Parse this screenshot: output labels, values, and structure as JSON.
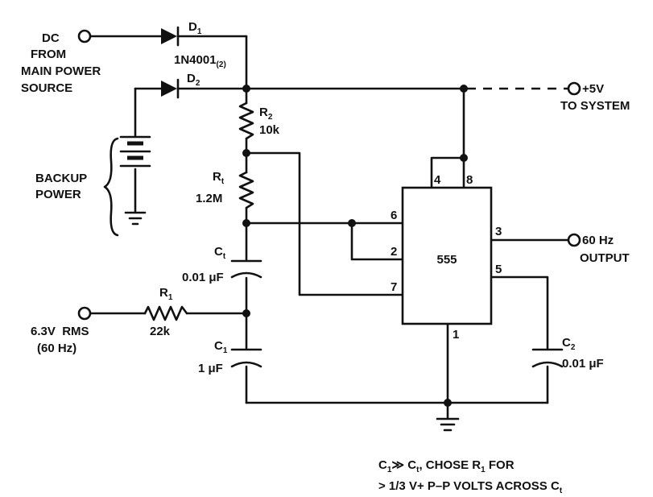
{
  "labels": {
    "dc_source": [
      "DC",
      "FROM",
      "MAIN POWER",
      "SOURCE"
    ],
    "d1": "D",
    "d1_sub": "1",
    "d2": "D",
    "d2_sub": "2",
    "diode_part": "1N4001",
    "diode_part_sub": "(2)",
    "r2": "R",
    "r2_sub": "2",
    "r2_value": "10k",
    "r1_upper": "R",
    "r1_upper_sub": "t",
    "r1_upper_value": "1.2M",
    "ct": "C",
    "ct_sub": "t",
    "ct_value": "0.01 μF",
    "r1_input": "R",
    "r1_input_sub": "1",
    "r1_input_value": "22k",
    "c1": "C",
    "c1_sub": "1",
    "c1_value": "1 μF",
    "c2": "C",
    "c2_sub": "2",
    "c2_value": "0.01 μF",
    "backup": [
      "BACKUP",
      "POWER"
    ],
    "vcc_out": "+5V",
    "vcc_out2": "TO SYSTEM",
    "freq_out": "60 Hz",
    "freq_out2": "OUTPUT",
    "ac_in": "6.3V  RMS",
    "ac_in2": "(60 Hz)",
    "ic_name": "555",
    "pins": {
      "p4": "4",
      "p8": "8",
      "p6": "6",
      "p2": "2",
      "p7": "7",
      "p3": "3",
      "p5": "5",
      "p1": "1"
    },
    "note_line1_a": "C",
    "note_line1_a_sub": "1",
    "note_line1_b": "≫ C",
    "note_line1_b_sub": "t",
    "note_line1_c": ", CHOSE R",
    "note_line1_c_sub": "1",
    "note_line1_d": " FOR",
    "note_line2_a": "> 1/3 V+ P–P VOLTS ACROSS C",
    "note_line2_a_sub": "t"
  }
}
